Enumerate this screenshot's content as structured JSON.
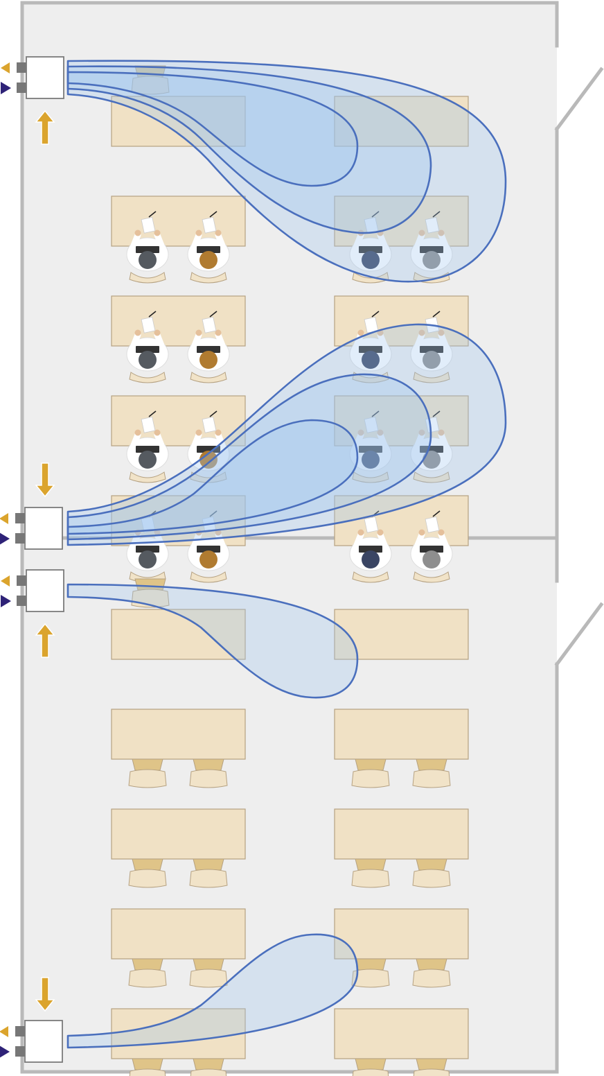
{
  "colors": {
    "page_background": "#ffffff",
    "room_floor": "#eeeeee",
    "wall": "#b9b9b9",
    "desk_fill": "#f0e1c5",
    "desk_stroke": "#b5a181",
    "chair_seat": "#f1e3c8",
    "chair_back": "#dfc488",
    "air_stream_line": "#4a6fbd",
    "air_stream_fill": "#9bc4ee",
    "ventilation_unit_fill": "#ffffff",
    "ventilation_unit_stroke": "#7a7a7a",
    "duct_connector": "#777777",
    "exhaust_arrow": "#dba42d",
    "supply_arrow": "#2e2277",
    "airflow_direction_arrow": "#dba42d",
    "person_shirt": "#ffffff",
    "person_skin": "#e5c09b",
    "laptop": "#333333",
    "hair_colors": [
      "#555a60",
      "#b07b30",
      "#3a4563",
      "#8e8e8e"
    ]
  },
  "rooms": [
    {
      "id": "occupied-classroom",
      "occupied": true,
      "ventilation_units": [
        {
          "position": "top-left",
          "airflow_arrow": "up"
        },
        {
          "position": "bottom-left",
          "airflow_arrow": "down"
        }
      ],
      "desk_columns": 2,
      "desk_rows": 5,
      "air_streams": 2
    },
    {
      "id": "empty-classroom",
      "occupied": false,
      "ventilation_units": [
        {
          "position": "top-left",
          "airflow_arrow": "up"
        },
        {
          "position": "bottom-left",
          "airflow_arrow": "down"
        }
      ],
      "desk_columns": 2,
      "desk_rows": 5,
      "air_streams": 2
    }
  ],
  "icons": {
    "exhaust": "exhaust-arrow-icon",
    "supply": "supply-arrow-icon",
    "airflow": "airflow-arrow-icon"
  }
}
